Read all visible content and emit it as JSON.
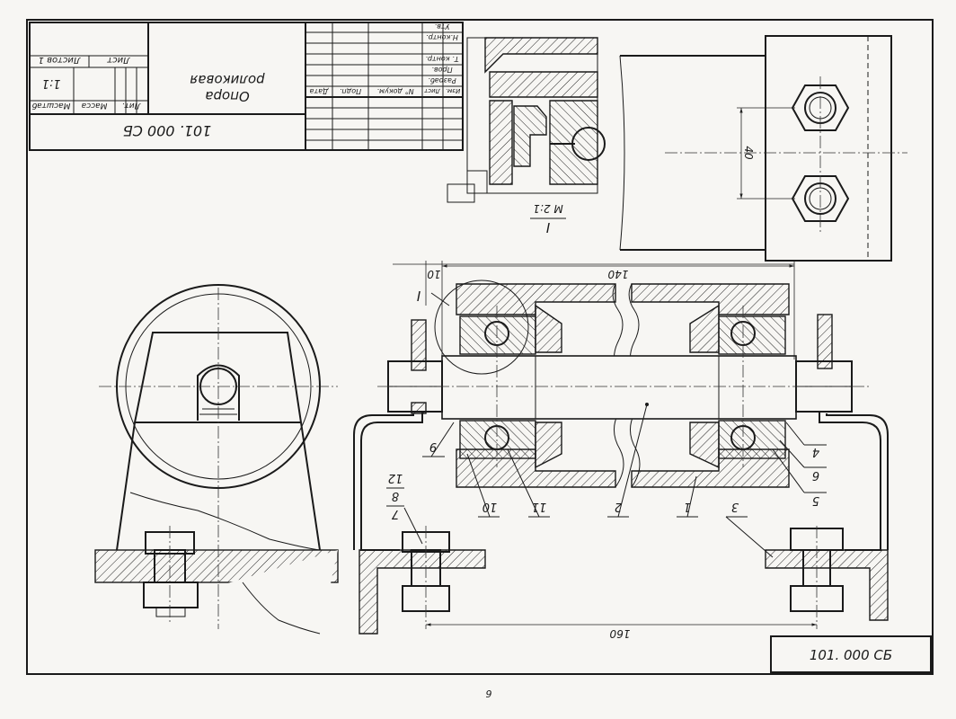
{
  "title_block": {
    "designation": "101. 000 СБ",
    "name_line1": "Опора",
    "name_line2": "роликовая",
    "col_lit": "Лит.",
    "col_mass": "Масса",
    "col_scale": "Масштаб",
    "scale_value": "1:1",
    "sheet_label": "Лист",
    "sheets_label": "Листов 1",
    "rev_labels": [
      "Изм.",
      "Лист",
      "N° докум.",
      "Подп.",
      "Дата"
    ],
    "role_labels": [
      "Разраб.",
      "Пров.",
      "Т. контр.",
      "Н.контр.",
      "Утв."
    ]
  },
  "stamp": {
    "designation": "101. 000 СБ"
  },
  "detail": {
    "label": "I",
    "scale": "М 2:1"
  },
  "callout_detail": "I",
  "dimensions": {
    "overall_length": "140",
    "left_offset": "10",
    "base_span": "160",
    "bolt_spacing": "40"
  },
  "part_labels": [
    "1",
    "2",
    "3",
    "4",
    "5",
    "6",
    "9",
    "10",
    "11"
  ],
  "fraction_label": {
    "numerator": "7",
    "middle": "8",
    "denominator": "12"
  },
  "page_number": "9"
}
